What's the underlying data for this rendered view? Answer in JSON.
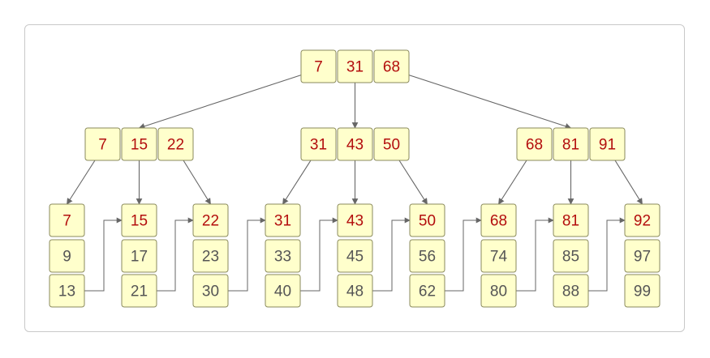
{
  "colors": {
    "node_fill": "#ffffcc",
    "node_border": "#8a8a5c",
    "separator_key": "#b30d0d",
    "leaf_key": "#555555",
    "edge": "#666666"
  },
  "tree": {
    "root": {
      "keys": [
        "7",
        "31",
        "68"
      ]
    },
    "internal": [
      {
        "keys": [
          "7",
          "15",
          "22"
        ]
      },
      {
        "keys": [
          "31",
          "43",
          "50"
        ]
      },
      {
        "keys": [
          "68",
          "81",
          "91"
        ]
      }
    ],
    "leaves": [
      {
        "keys": [
          "7",
          "9",
          "13"
        ]
      },
      {
        "keys": [
          "15",
          "17",
          "21"
        ]
      },
      {
        "keys": [
          "22",
          "23",
          "30"
        ]
      },
      {
        "keys": [
          "31",
          "33",
          "40"
        ]
      },
      {
        "keys": [
          "43",
          "45",
          "48"
        ]
      },
      {
        "keys": [
          "50",
          "56",
          "62"
        ]
      },
      {
        "keys": [
          "68",
          "74",
          "80"
        ]
      },
      {
        "keys": [
          "81",
          "85",
          "88"
        ]
      },
      {
        "keys": [
          "92",
          "97",
          "99"
        ]
      }
    ]
  }
}
